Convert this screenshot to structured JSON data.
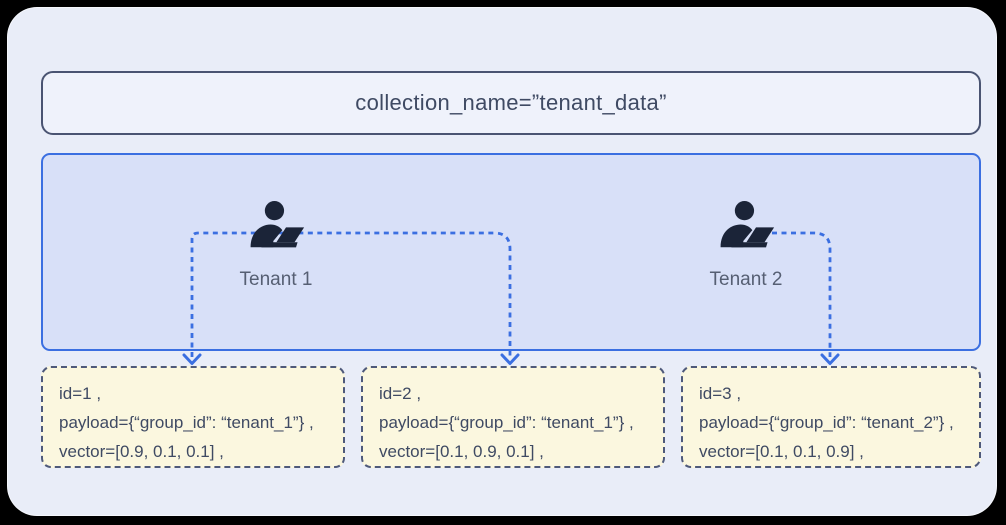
{
  "collection": {
    "label": "collection_name=”tenant_data”"
  },
  "tenants": [
    {
      "label": "Tenant 1"
    },
    {
      "label": "Tenant 2"
    }
  ],
  "records": [
    {
      "lines": [
        "id=1 ,",
        "payload={“group_id”: “tenant_1”} ,",
        "vector=[0.9, 0.1, 0.1] ,"
      ]
    },
    {
      "lines": [
        "id=2 ,",
        "payload={“group_id”: “tenant_1”} ,",
        "vector=[0.1, 0.9, 0.1] ,"
      ]
    },
    {
      "lines": [
        "id=3 ,",
        "payload={“group_id”: “tenant_2”} ,",
        "vector=[0.1, 0.1, 0.9] ,"
      ]
    }
  ],
  "icons": {
    "tenant_icon": "person-at-laptop-icon",
    "arrow_icon": "chevron-down-arrow"
  },
  "colors": {
    "page_bg": "#000000",
    "panel_bg": "#E9EDF8",
    "collection_bg": "#EFF2FB",
    "collection_border": "#4A5472",
    "tenants_box_bg": "#D8E0F8",
    "accent_blue": "#3B6FE1",
    "record_bg": "#FBF7DF",
    "record_border": "#4E597A",
    "text_dark": "#3F4A63",
    "icon_dark": "#1B2438"
  }
}
